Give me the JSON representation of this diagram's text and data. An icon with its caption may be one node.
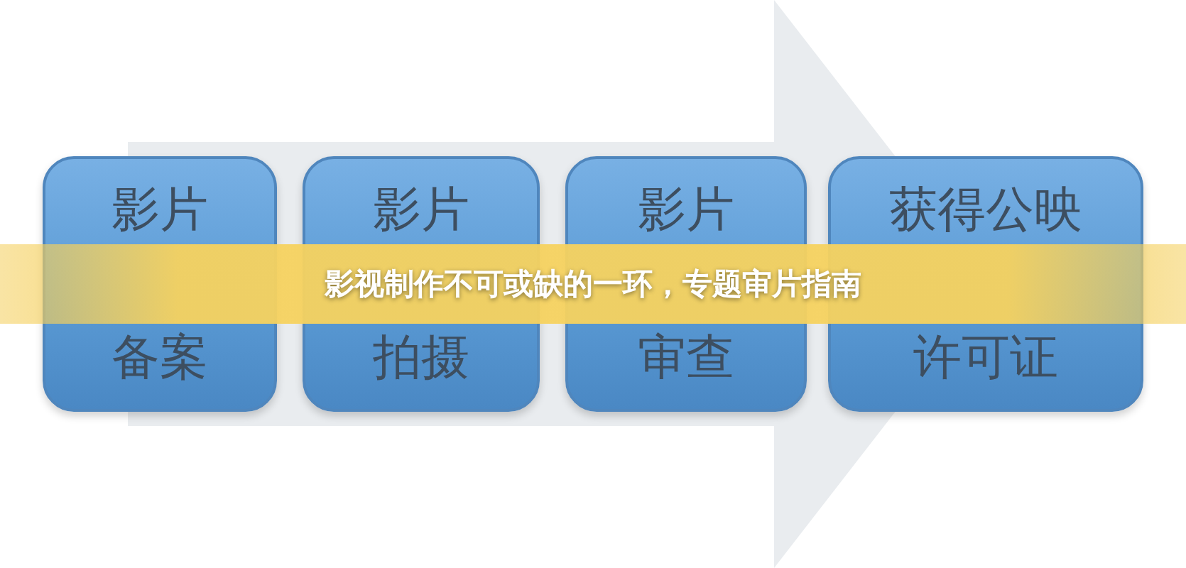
{
  "diagram": {
    "title": "影视制作不可或缺的一环，专题审片指南",
    "nodes": [
      {
        "text": [
          "影片备案"
        ]
      },
      {
        "text": [
          "影片拍摄"
        ]
      },
      {
        "text": [
          "影片审查"
        ]
      },
      {
        "text": [
          "获得公映许可证"
        ]
      }
    ],
    "edges": [
      {
        "from": 0,
        "to": 3,
        "arrow": "to",
        "style": "thick"
      }
    ]
  }
}
